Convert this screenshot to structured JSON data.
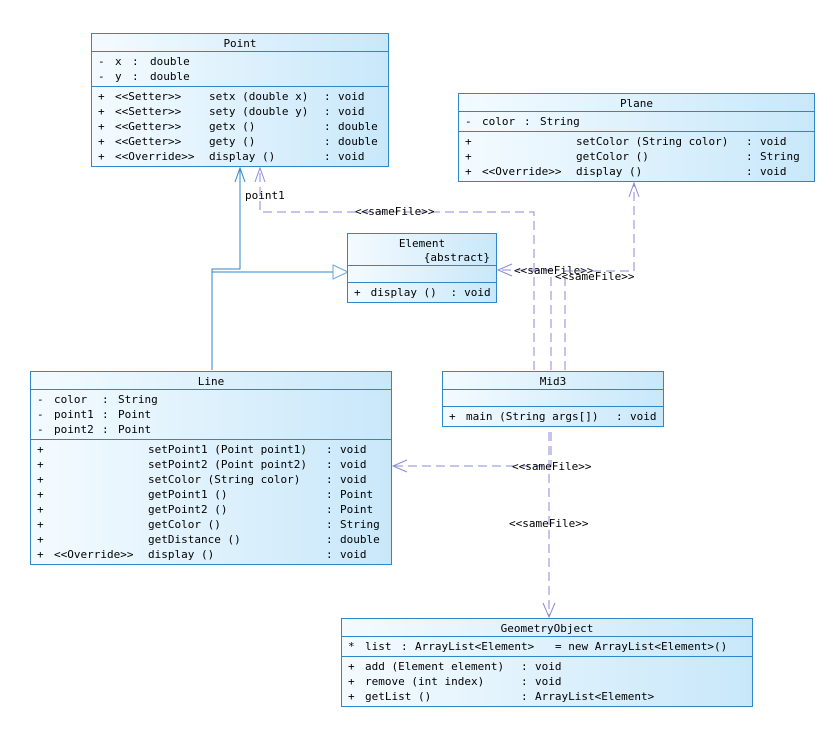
{
  "diagram_labels": {
    "point1": "point1",
    "same_file": "<<sameFile>>"
  },
  "colors": {
    "class_border": "#2f86c8",
    "dependency": "#8a8ad8",
    "association": "#2f86c8"
  },
  "classes": {
    "point": {
      "title": "Point",
      "attrs": [
        [
          "-",
          "x",
          ":",
          "double"
        ],
        [
          "-",
          "y",
          ":",
          "double"
        ]
      ],
      "ops": [
        [
          "+",
          "<<Setter>>",
          "setx (double x)",
          ":",
          "void"
        ],
        [
          "+",
          "<<Setter>>",
          "sety (double y)",
          ":",
          "void"
        ],
        [
          "+",
          "<<Getter>>",
          "getx ()",
          ":",
          "double"
        ],
        [
          "+",
          "<<Getter>>",
          "gety ()",
          ":",
          "double"
        ],
        [
          "+",
          "<<Override>>",
          "display ()",
          ":",
          "void"
        ]
      ]
    },
    "plane": {
      "title": "Plane",
      "attrs": [
        [
          "-",
          "color",
          ":",
          "String"
        ]
      ],
      "ops": [
        [
          "+",
          "",
          "setColor (String color)",
          ":",
          "void"
        ],
        [
          "+",
          "",
          "getColor ()",
          ":",
          "String"
        ],
        [
          "+",
          "<<Override>>",
          "display ()",
          ":",
          "void"
        ]
      ]
    },
    "element": {
      "title": "Element",
      "stereotype": "{abstract}",
      "ops": [
        [
          "+",
          "display ()",
          ":",
          "void"
        ]
      ]
    },
    "line": {
      "title": "Line",
      "attrs": [
        [
          "-",
          "color",
          ":",
          "String"
        ],
        [
          "-",
          "point1",
          ":",
          "Point"
        ],
        [
          "-",
          "point2",
          ":",
          "Point"
        ]
      ],
      "ops": [
        [
          "+",
          "",
          "setPoint1 (Point point1)",
          ":",
          "void"
        ],
        [
          "+",
          "",
          "setPoint2 (Point point2)",
          ":",
          "void"
        ],
        [
          "+",
          "",
          "setColor (String color)",
          ":",
          "void"
        ],
        [
          "+",
          "",
          "getPoint1 ()",
          ":",
          "Point"
        ],
        [
          "+",
          "",
          "getPoint2 ()",
          ":",
          "Point"
        ],
        [
          "+",
          "",
          "getColor ()",
          ":",
          "String"
        ],
        [
          "+",
          "",
          "getDistance ()",
          ":",
          "double"
        ],
        [
          "+",
          "<<Override>>",
          "display ()",
          ":",
          "void"
        ]
      ]
    },
    "mid3": {
      "title": "Mid3",
      "ops": [
        [
          "+",
          "main (String args[])",
          ":",
          "void"
        ]
      ]
    },
    "geometry": {
      "title": "GeometryObject",
      "attrs": [
        [
          "*",
          "list",
          ":",
          "ArrayList<Element>",
          "= new ArrayList<Element>()"
        ]
      ],
      "ops": [
        [
          "+",
          "add (Element element)",
          ":",
          "void"
        ],
        [
          "+",
          "remove (int index)",
          ":",
          "void"
        ],
        [
          "+",
          "getList ()",
          ":",
          "ArrayList<Element>"
        ]
      ]
    }
  }
}
